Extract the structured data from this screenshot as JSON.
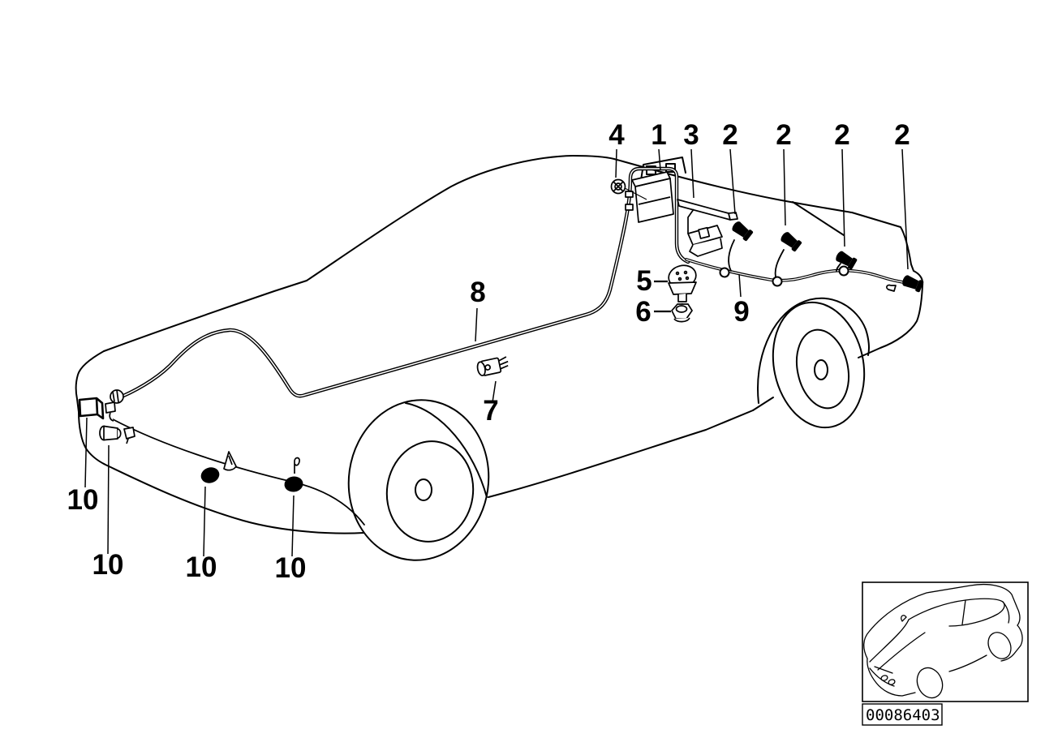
{
  "diagram": {
    "background": "#ffffff",
    "ink": "#000000"
  },
  "callouts": [
    {
      "label": "4"
    },
    {
      "label": "1"
    },
    {
      "label": "3"
    },
    {
      "label": "2"
    },
    {
      "label": "2"
    },
    {
      "label": "2"
    },
    {
      "label": "2"
    },
    {
      "label": "8"
    },
    {
      "label": "5"
    },
    {
      "label": "6"
    },
    {
      "label": "9"
    },
    {
      "label": "7"
    },
    {
      "label": "10"
    },
    {
      "label": "10"
    },
    {
      "label": "10"
    },
    {
      "label": "10"
    }
  ],
  "stamp": {
    "code": "00086403"
  }
}
